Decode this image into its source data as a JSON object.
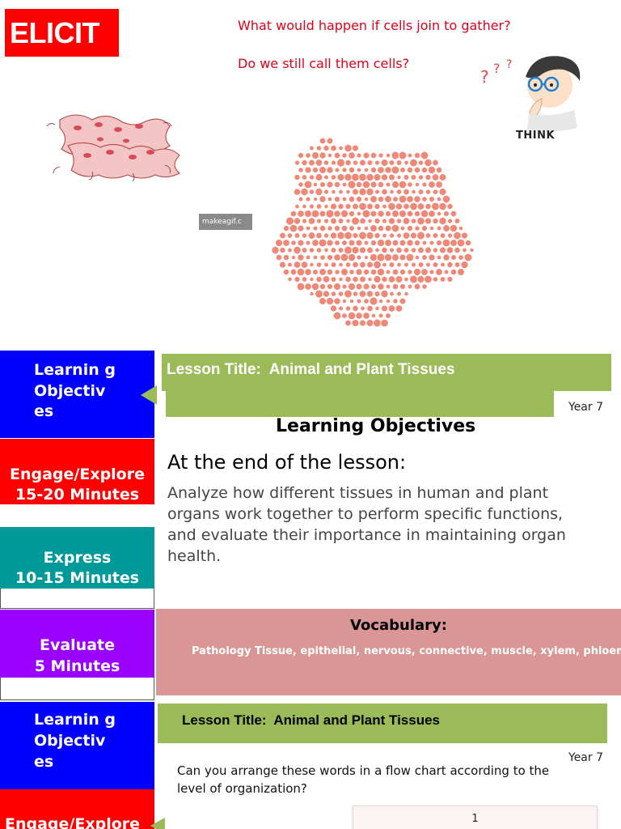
{
  "elicit": {
    "badge": "ELICIT",
    "questions": [
      "What would happen if cells join to gather?",
      "Do we still call them cells?"
    ],
    "gif_watermark": "makeagif.c",
    "think_label": "THINK"
  },
  "lesson1": {
    "nav": {
      "learning_objectives": "Learnin g Objectiv es",
      "engage_explore": [
        "Engage/Explore",
        "15-20 Minutes"
      ],
      "express": [
        "Express",
        "10-15 Minutes"
      ],
      "evaluate": [
        "Evaluate",
        "5 Minutes"
      ]
    },
    "title": "Lesson Title:  Animal and Plant Tissues",
    "year": "Year 7",
    "objectives_heading": "Learning  Objectives",
    "intro": "At the end of the lesson:",
    "objective": "Analyze how different tissues in human and plant organs work together to perform specific functions, and evaluate their importance in maintaining organ health.",
    "vocabulary": {
      "title": "Vocabulary:",
      "terms": "Pathology Tissue, epithelial, nervous, connective, muscle, xylem, phloem,"
    }
  },
  "lesson2": {
    "nav": {
      "learning_objectives": "Learnin g Objectiv es",
      "engage_explore": "Engage/Explore"
    },
    "title": "Lesson Title:  Animal and Plant Tissues",
    "year": "Year 7",
    "question": "Can you arrange these words in a flow chart according to the level of organization?",
    "flow_box_number": "1"
  },
  "colors": {
    "elicit_red": "#ff0000",
    "question_red": "#e0001b",
    "nav_blue": "#0000ff",
    "nav_red": "#ff0000",
    "nav_teal": "#00999a",
    "nav_purple": "#9900ff",
    "title_green": "#9bbb59",
    "vocab_pink": "#da9694",
    "cell_salmon": "#f08878"
  }
}
